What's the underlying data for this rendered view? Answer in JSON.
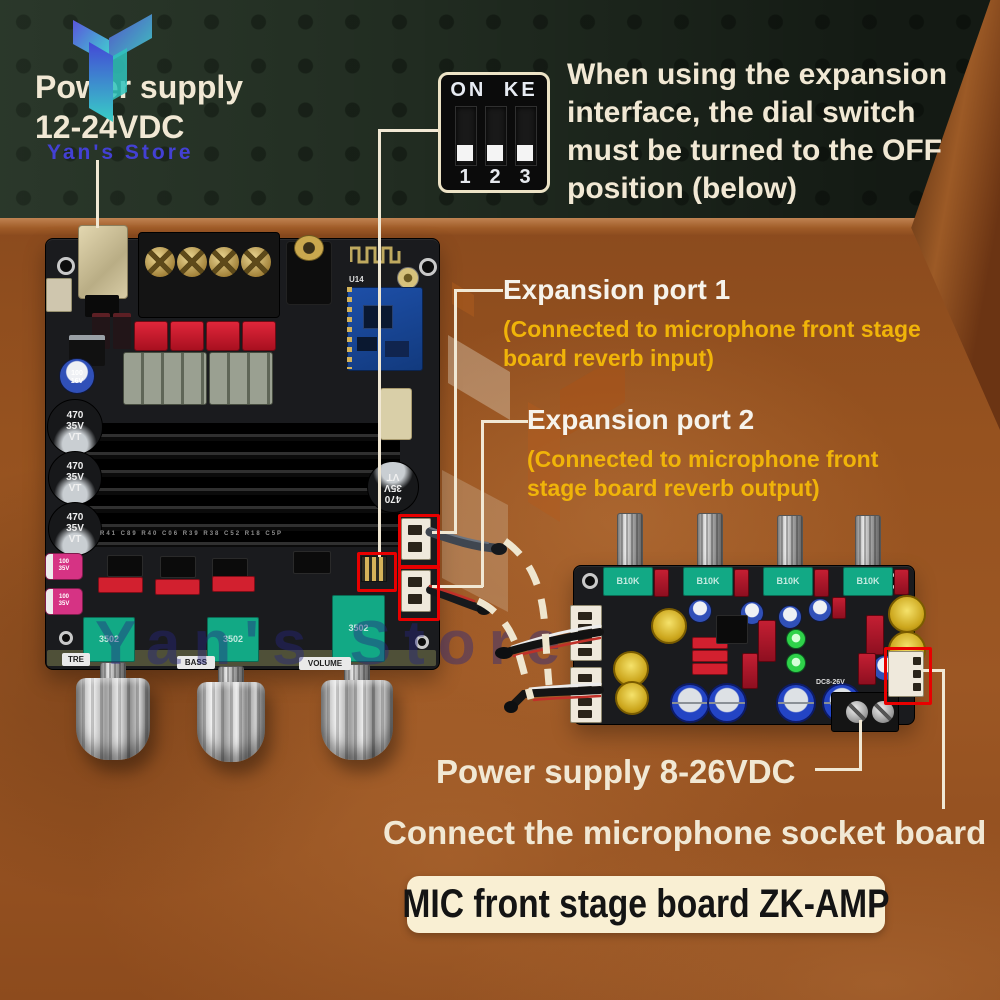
{
  "branding": {
    "store_name": "Yan's Store",
    "power_supply_label": {
      "line1": "Power supply",
      "line2": "12-24VDC"
    }
  },
  "dip_figure": {
    "top_label": "ON KE",
    "switch_numbers": [
      "1",
      "2",
      "3"
    ]
  },
  "notes": {
    "dip_note_lines": [
      "When using the expansion",
      "interface, the dial switch",
      "must be turned to the OFF",
      "position (below)"
    ],
    "expansion_port_1": {
      "title": "Expansion port 1",
      "desc_lines": [
        "(Connected to microphone front stage",
        "board reverb input)"
      ]
    },
    "expansion_port_2": {
      "title": "Expansion port 2",
      "desc_lines": [
        "(Connected to microphone front",
        "stage board reverb output)"
      ]
    },
    "mic_power_label": "Power supply 8-26VDC",
    "mic_connect_label": "Connect the microphone socket board",
    "badge_label": "MIC front stage board ZK-AMP"
  },
  "main_board": {
    "cap_470": {
      "l1": "470",
      "l2": "35V",
      "l3": "VT"
    },
    "cap_100_blue": {
      "l1": "100",
      "l2": "16V"
    },
    "cap_100_pink": {
      "l1": "100",
      "l2": "35V"
    },
    "bt_module_label": "U14",
    "pot_value": "3502",
    "knob_labels": [
      "TRE",
      "BASS",
      "VOLUME"
    ],
    "silkscreen_row": "R41 C89 R40 C06 R39 R38 C52 R18 C5P"
  },
  "mic_board": {
    "pot_value": "B10K",
    "power_label": "DC8-26V"
  },
  "colors": {
    "accent_red": "#e80000",
    "annotation_cream": "#f1e8d4",
    "annotation_yellow": "#f0b409",
    "brand_blue": "#4340d4"
  }
}
